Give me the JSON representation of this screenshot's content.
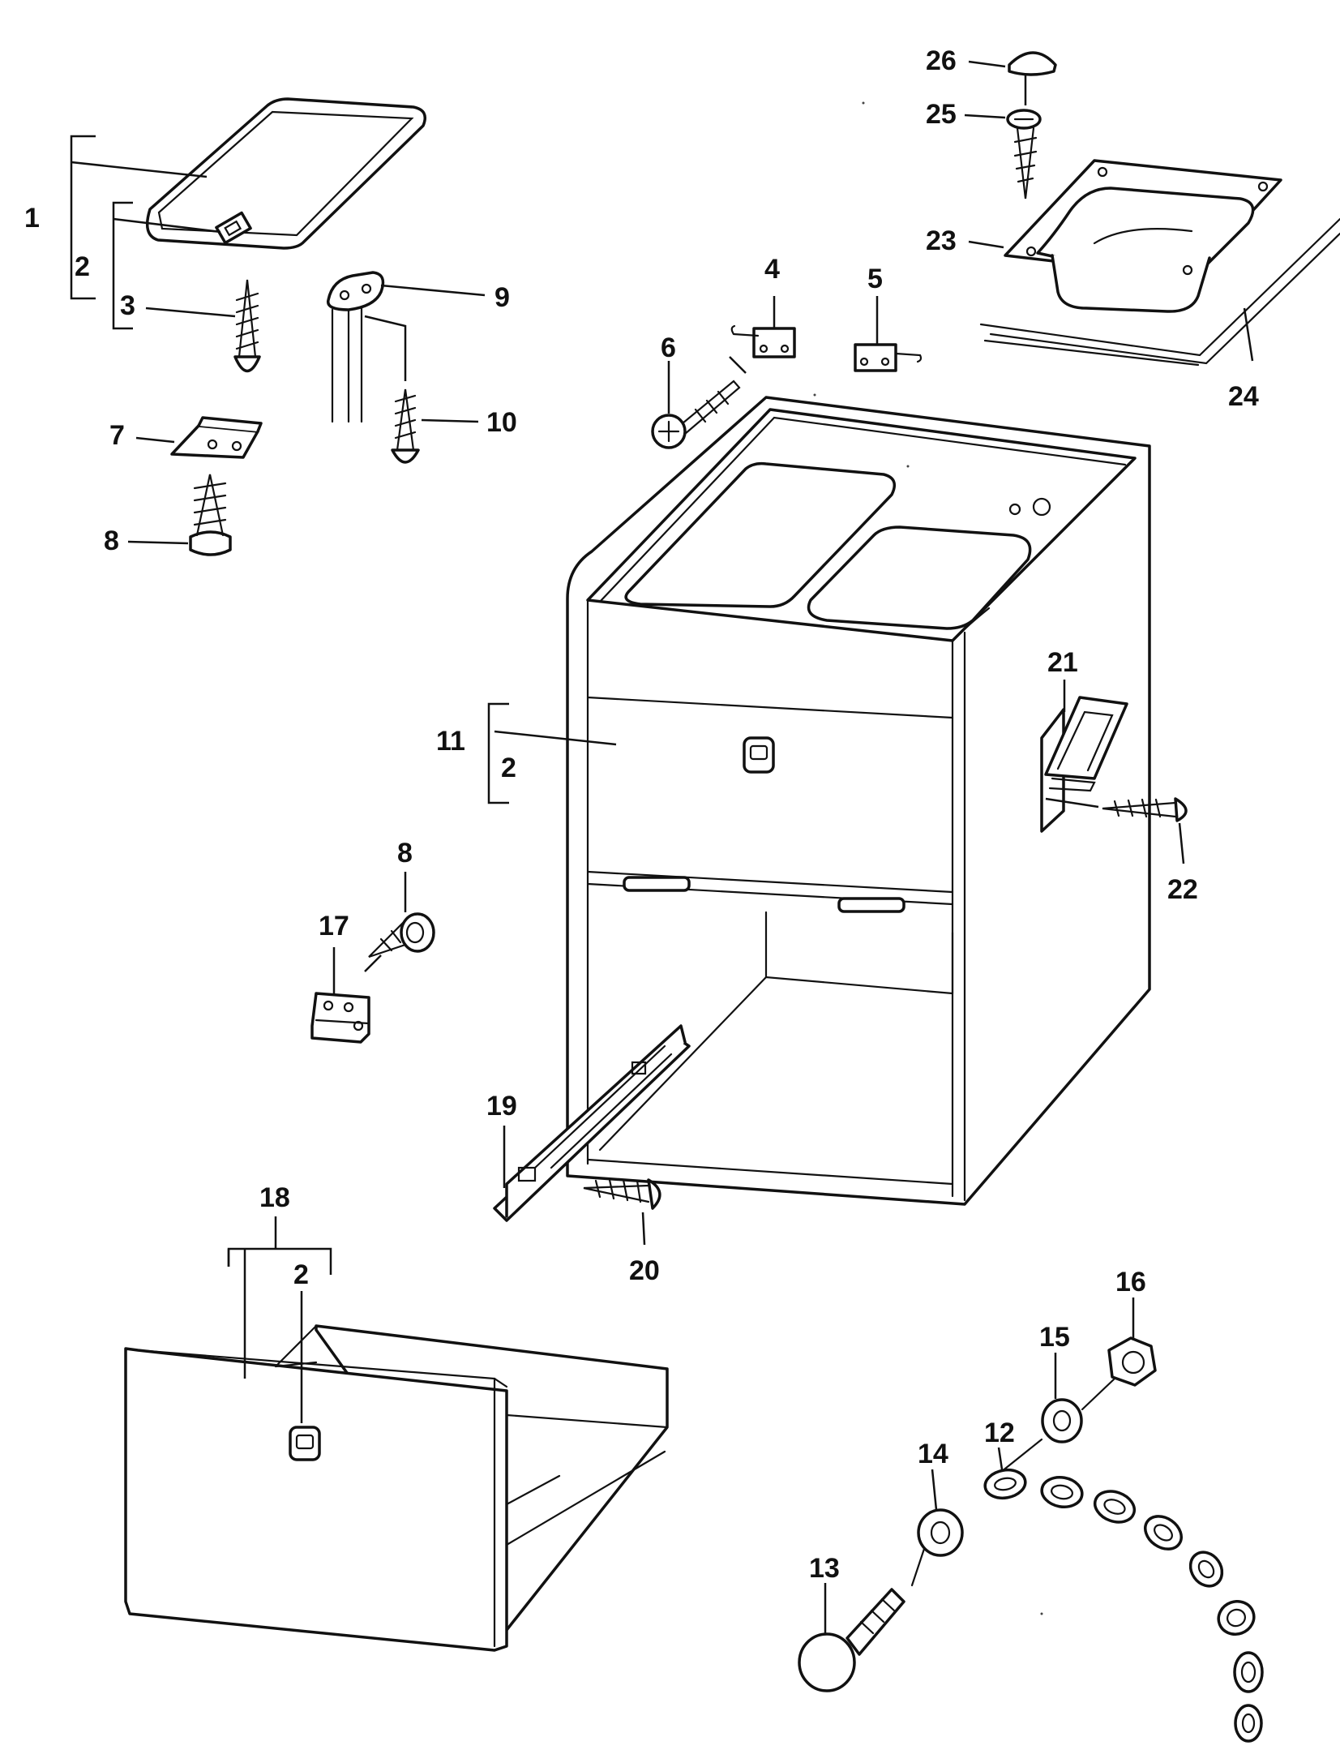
{
  "diagram": {
    "background": "#ffffff",
    "ink": "#111111",
    "callouts": [
      {
        "id": "c1",
        "text": "1"
      },
      {
        "id": "c2a",
        "text": "2"
      },
      {
        "id": "c3",
        "text": "3"
      },
      {
        "id": "c4",
        "text": "4"
      },
      {
        "id": "c5",
        "text": "5"
      },
      {
        "id": "c6",
        "text": "6"
      },
      {
        "id": "c7",
        "text": "7"
      },
      {
        "id": "c8a",
        "text": "8"
      },
      {
        "id": "c9",
        "text": "9"
      },
      {
        "id": "c10",
        "text": "10"
      },
      {
        "id": "c11",
        "text": "11"
      },
      {
        "id": "c2b",
        "text": "2"
      },
      {
        "id": "c8b",
        "text": "8"
      },
      {
        "id": "c17",
        "text": "17"
      },
      {
        "id": "c19",
        "text": "19"
      },
      {
        "id": "c20",
        "text": "20"
      },
      {
        "id": "c18",
        "text": "18"
      },
      {
        "id": "c2c",
        "text": "2"
      },
      {
        "id": "c21",
        "text": "21"
      },
      {
        "id": "c22",
        "text": "22"
      },
      {
        "id": "c23",
        "text": "23"
      },
      {
        "id": "c24",
        "text": "24"
      },
      {
        "id": "c25",
        "text": "25"
      },
      {
        "id": "c26",
        "text": "26"
      },
      {
        "id": "c16",
        "text": "16"
      },
      {
        "id": "c15",
        "text": "15"
      },
      {
        "id": "c12",
        "text": "12"
      },
      {
        "id": "c14",
        "text": "14"
      },
      {
        "id": "c13",
        "text": "13"
      }
    ]
  }
}
